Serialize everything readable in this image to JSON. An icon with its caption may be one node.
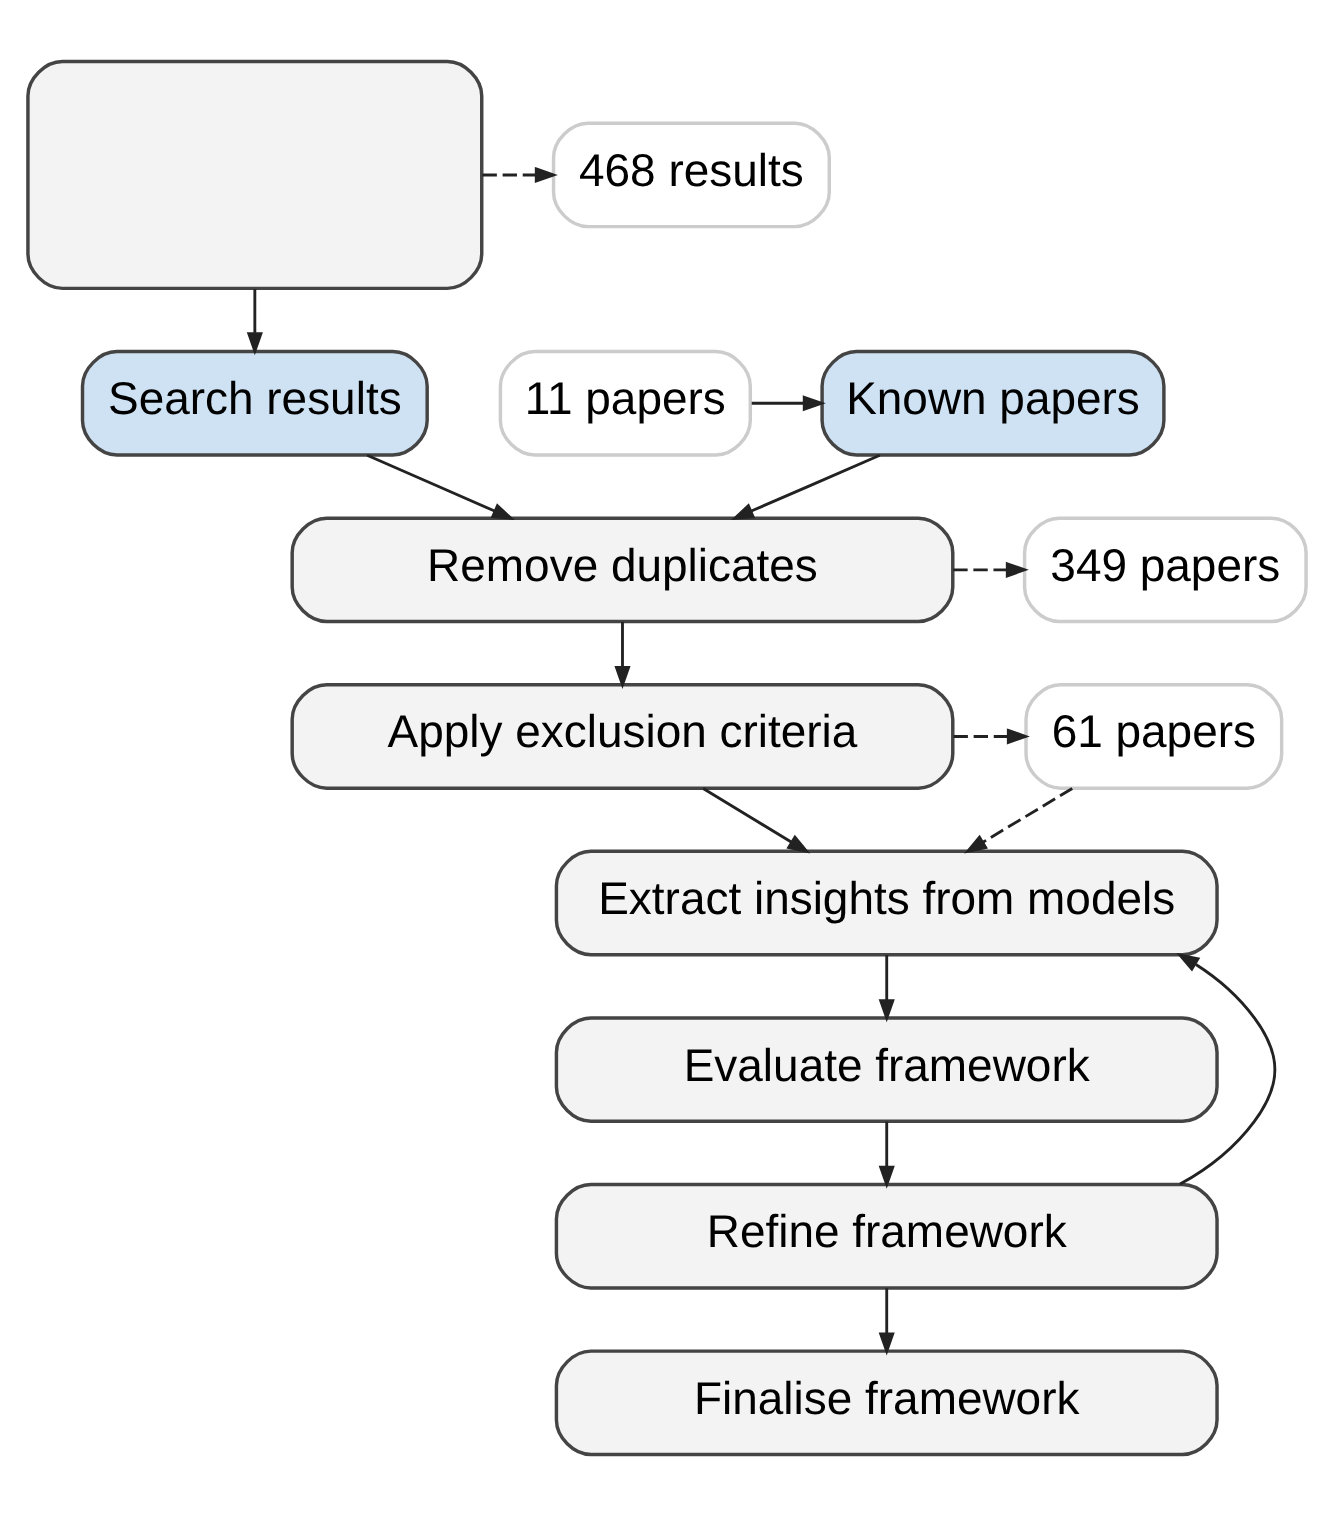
{
  "diagram": {
    "nodes": [
      {
        "text": [],
        "shape": "box"
      },
      {
        "text": [
          "468 results"
        ]
      },
      {
        "text": [
          "Search results"
        ]
      },
      {
        "text": [
          "Known papers"
        ]
      },
      {
        "text": [
          "11 papers"
        ]
      },
      {
        "text": [
          "Remove duplicates"
        ]
      },
      {
        "text": [
          "349 papers"
        ]
      },
      {
        "text": [
          "Apply exclusion criteria"
        ]
      },
      {
        "text": [
          "61 papers"
        ]
      },
      {
        "text": [
          "Extract insights from models"
        ]
      },
      {
        "text": [
          "Evaluate framework"
        ]
      },
      {
        "text": [
          "Refine framework"
        ]
      },
      {
        "text": [
          "Finalise framework"
        ]
      }
    ],
    "edges": [
      {
        "from": 0,
        "to": 1,
        "arrow": "to",
        "style": "dashed"
      },
      {
        "from": 0,
        "to": 2,
        "arrow": "to"
      },
      {
        "from": 4,
        "to": 3,
        "arrow": "to"
      },
      {
        "from": 2,
        "to": 5,
        "arrow": "to"
      },
      {
        "from": 3,
        "to": 5,
        "arrow": "to"
      },
      {
        "from": 5,
        "to": 6,
        "arrow": "to",
        "style": "dashed"
      },
      {
        "from": 5,
        "to": 7,
        "arrow": "to"
      },
      {
        "from": 7,
        "to": 8,
        "arrow": "to",
        "style": "dashed"
      },
      {
        "from": 7,
        "to": 9,
        "arrow": "to"
      },
      {
        "from": 8,
        "to": 9,
        "arrow": "to",
        "style": "dashed"
      },
      {
        "from": 9,
        "to": 10,
        "arrow": "to"
      },
      {
        "from": 10,
        "to": 11,
        "arrow": "to"
      },
      {
        "from": 11,
        "to": 12,
        "arrow": "to"
      },
      {
        "from": 11,
        "to": 9,
        "arrow": "to"
      }
    ]
  }
}
